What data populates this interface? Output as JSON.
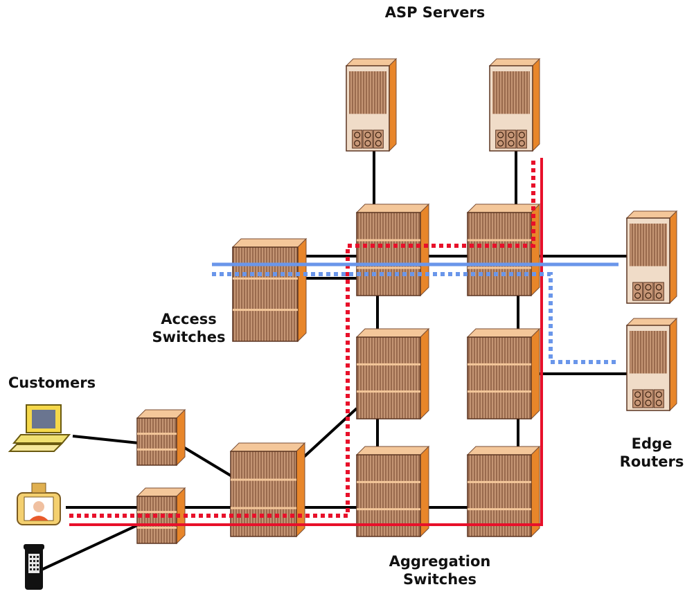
{
  "labels": {
    "asp_servers": "ASP Servers",
    "access_switches_line1": "Access",
    "access_switches_line2": "Switches",
    "customers": "Customers",
    "edge_routers_line1": "Edge",
    "edge_routers_line2": "Routers",
    "aggregation_switches_line1": "Aggregation",
    "aggregation_switches_line2": "Switches"
  },
  "colors": {
    "link": "#000000",
    "red_path": "#e8102a",
    "blue_path": "#6a96ea",
    "device_front": "#b07e5e",
    "device_side": "#e8862a",
    "device_top": "#f4c79a"
  },
  "devices": {
    "asp_servers": 2,
    "access_switches": 1,
    "core_switches": 6,
    "edge_routers": 2,
    "customer_switches": 2,
    "customer_aggregation_switch": 1,
    "customer_terminals": [
      "pc-icon",
      "videophone-icon",
      "telephone-icon"
    ]
  }
}
